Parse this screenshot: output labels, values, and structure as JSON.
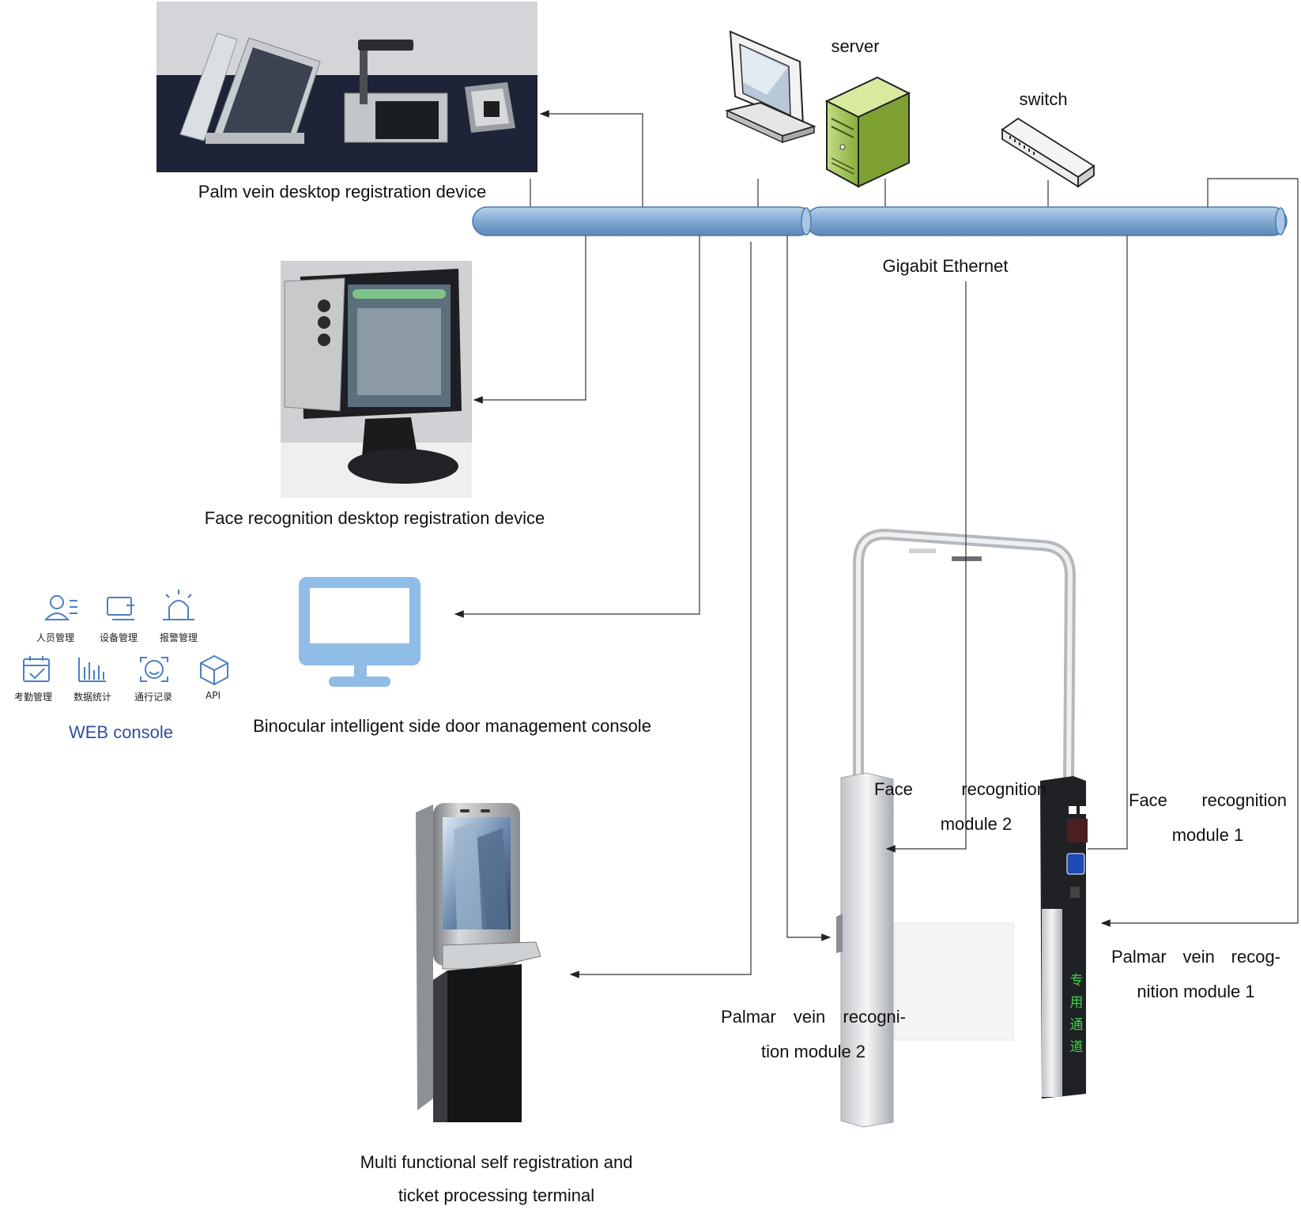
{
  "labels": {
    "server": "server",
    "switch": "switch",
    "network": "Gigabit Ethernet",
    "palm_desktop": "Palm vein desktop registration device",
    "face_desktop": "Face recognition desktop registration device",
    "binocular_console": "Binocular intelligent side door management console",
    "web_console": "WEB console",
    "terminal_line1": "Multi  functional  self  registration  and",
    "terminal_line2": "ticket processing terminal",
    "face_mod2_a": "Face",
    "face_mod2_b": "recognition",
    "face_mod2_c": "module 2",
    "face_mod1_a": "Face",
    "face_mod1_b": "recognition",
    "face_mod1_c": "module 1",
    "palm_mod1_a": "Palmar",
    "palm_mod1_b": "vein",
    "palm_mod1_c": "recog-",
    "palm_mod1_d": "nition module 1",
    "palm_mod2_a": "Palmar",
    "palm_mod2_b": "vein",
    "palm_mod2_c": "recogni-",
    "palm_mod2_d": "tion module 2"
  },
  "web_console_items": [
    {
      "label": "人员管理",
      "icon": "person-list-icon"
    },
    {
      "label": "设备管理",
      "icon": "device-icon"
    },
    {
      "label": "报警管理",
      "icon": "alarm-light-icon"
    },
    {
      "label": "考勤管理",
      "icon": "calendar-check-icon"
    },
    {
      "label": "数据统计",
      "icon": "bar-chart-icon"
    },
    {
      "label": "通行记录",
      "icon": "face-scan-icon"
    },
    {
      "label": "API",
      "icon": "cube-icon"
    }
  ],
  "gate_text": [
    "专",
    "用",
    "通",
    "道"
  ],
  "colors": {
    "pipe": "#8fb4d8",
    "pipe_stroke": "#4a7bb0",
    "monitor_blue": "#8fbde6",
    "server_green": "#9cc34a",
    "icon_blue": "#4c7fc4",
    "gate_green": "#37d447"
  }
}
